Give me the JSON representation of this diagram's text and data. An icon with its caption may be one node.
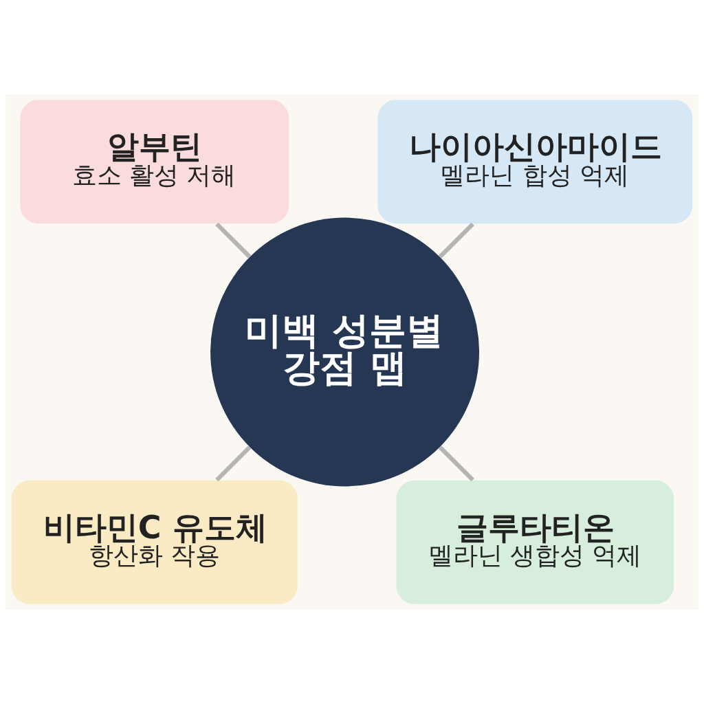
{
  "diagram": {
    "nodes": [
      {
        "text": [
          "미백 성분별 강점 맵"
        ]
      },
      {
        "text": [
          "나이아신아마이드",
          "멜라닌 합성 억제"
        ]
      },
      {
        "text": [
          "알부틴",
          "효소 활성 저해"
        ]
      },
      {
        "text": [
          "비타민C 유도체",
          "항산화 작용"
        ]
      },
      {
        "text": [
          "글루타티온",
          "멜라닌 생합성 억제"
        ]
      }
    ],
    "edges": [
      {
        "from": 0,
        "to": 1,
        "arrow": "none"
      },
      {
        "from": 0,
        "to": 2,
        "arrow": "none"
      },
      {
        "from": 0,
        "to": 3,
        "arrow": "none"
      },
      {
        "from": 0,
        "to": 4,
        "arrow": "none"
      }
    ]
  }
}
